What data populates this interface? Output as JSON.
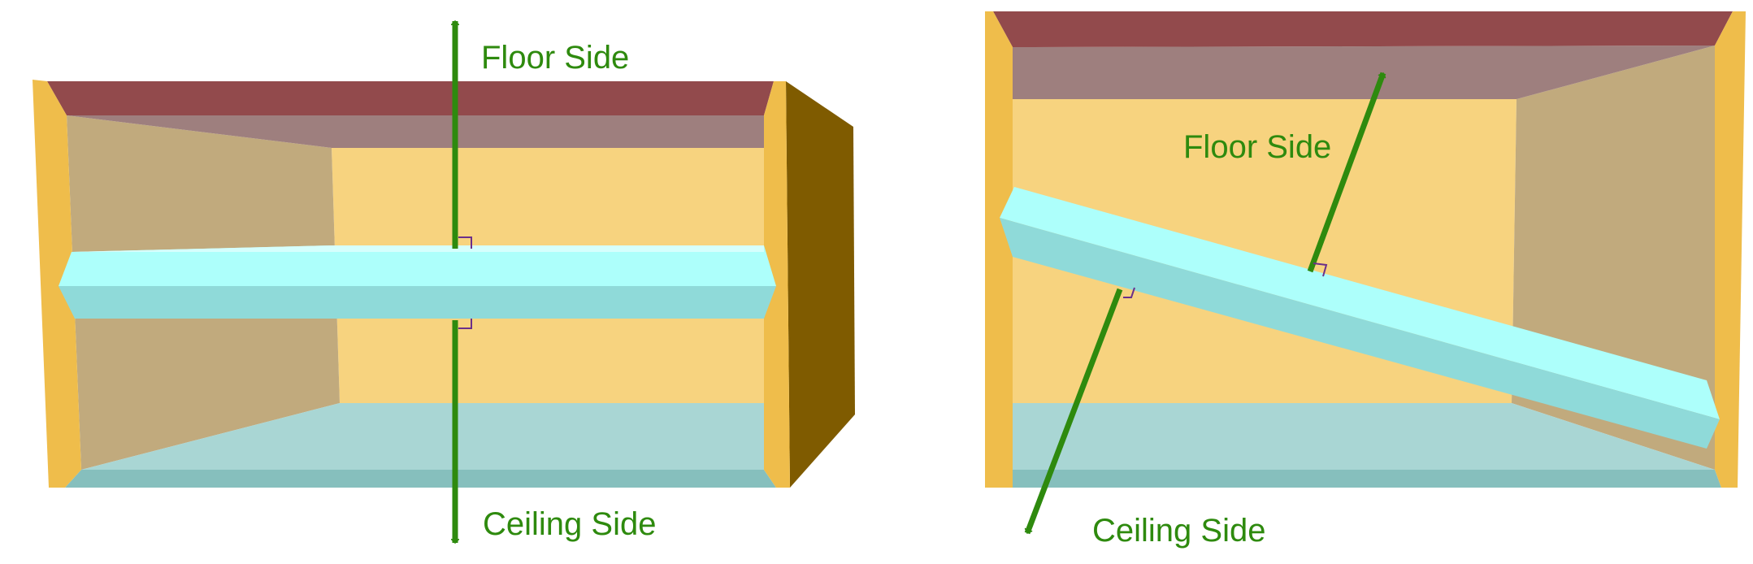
{
  "left_diagram": {
    "floor_label": "Floor Side",
    "ceiling_label": "Ceiling Side"
  },
  "right_diagram": {
    "floor_label": "Floor Side",
    "ceiling_label": "Ceiling Side"
  },
  "colors": {
    "ceiling_top": "#924a4c",
    "ceiling_underside": "#9e7f7e",
    "side_wall": "#c1aa7d",
    "back_wall": "#f7d37f",
    "frame_edge": "#efbd4b",
    "floor_surface": "#a9d6d4",
    "floor_edge": "#86bfbd",
    "exterior_side": "#7f5b00",
    "slab_top": "#adfffb",
    "slab_front": "#8fdad9",
    "arrow": "#2e8a0e",
    "right_angle_marker": "#6b2f8a"
  }
}
